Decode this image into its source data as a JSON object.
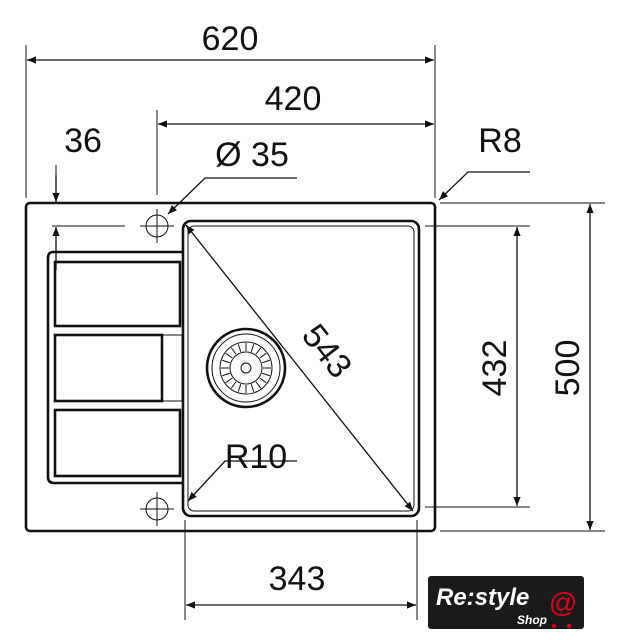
{
  "dimensions": {
    "overall_width": "620",
    "bowl_area_width": "420",
    "tap_hole_offset": "36",
    "tap_hole_diameter": "Ø 35",
    "outer_radius": "R8",
    "diagonal": "543",
    "inner_radius": "R10",
    "bowl_width": "343",
    "bowl_depth": "432",
    "overall_depth": "500"
  },
  "logo": {
    "brand": "Re:style",
    "sub": "Shop",
    "symbol": "@",
    "accent_color": "#e0001b"
  }
}
